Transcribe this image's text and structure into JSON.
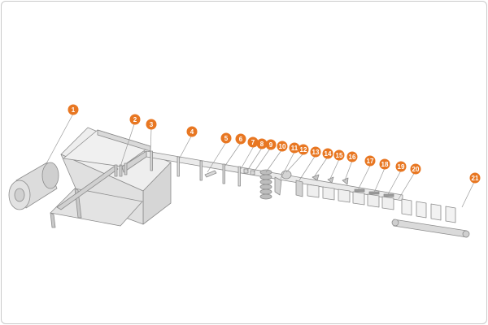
{
  "diagram": {
    "callouts": [
      {
        "label": "1"
      },
      {
        "label": "2"
      },
      {
        "label": "3"
      },
      {
        "label": "4"
      },
      {
        "label": "5"
      },
      {
        "label": "6"
      },
      {
        "label": "7"
      },
      {
        "label": "8"
      },
      {
        "label": "9"
      },
      {
        "label": "10"
      },
      {
        "label": "11"
      },
      {
        "label": "12"
      },
      {
        "label": "13"
      },
      {
        "label": "14"
      },
      {
        "label": "15"
      },
      {
        "label": "16"
      },
      {
        "label": "17"
      },
      {
        "label": "18"
      },
      {
        "label": "19"
      },
      {
        "label": "20"
      },
      {
        "label": "21"
      }
    ],
    "colors": {
      "callout": "#e87722",
      "line": "#8c8c8c",
      "fill_light": "#e6e6e6",
      "fill_mid": "#d2d2d2",
      "fill_dark": "#bdbdbd"
    }
  }
}
